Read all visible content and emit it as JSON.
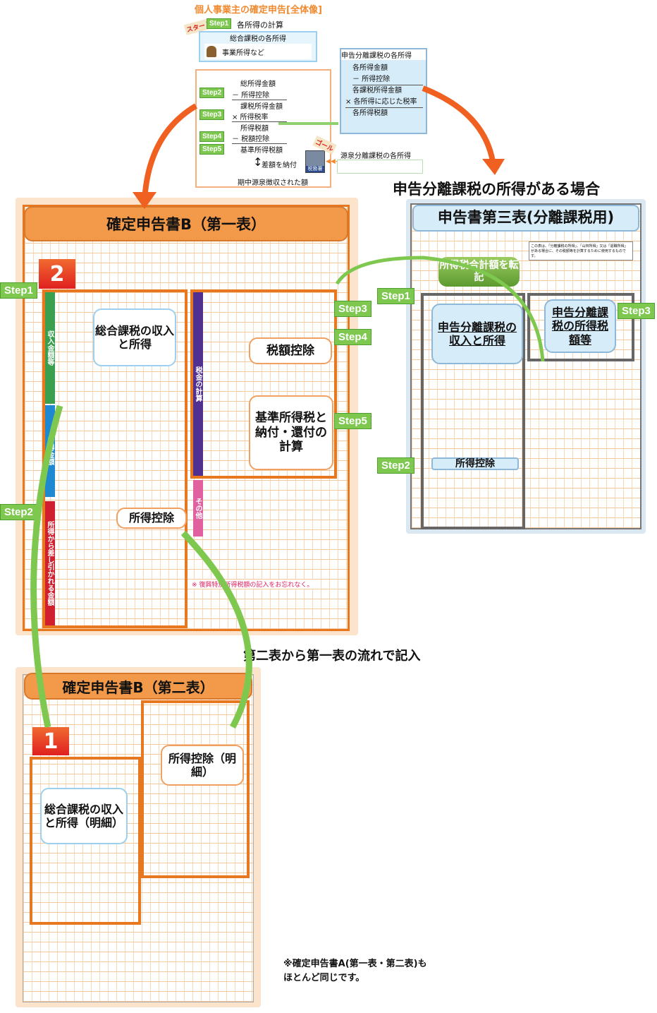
{
  "overview": {
    "title": "個人事業主の確定申告[全体像]",
    "start_sign": "スタート",
    "goal_sign": "ゴール",
    "step1_label": "Step1",
    "step1_text": "各所得の計算",
    "general_income_title": "総合課税の各所得",
    "general_income_item": "事業所得など",
    "calc": {
      "total_income": "総所得金額",
      "step2": "Step2",
      "deduction": "－ 所得控除",
      "taxable_income": "課税所得金額",
      "step3": "Step3",
      "tax_rate": "× 所得税率",
      "income_tax": "所得税額",
      "step4": "Step4",
      "tax_credit": "－ 税額控除",
      "step5": "Step5",
      "base_tax": "基準所得税額",
      "pay_diff": "差額を納付",
      "withheld": "期中源泉徴収された額"
    },
    "separate": {
      "title": "申告分離課税の各所得",
      "lines": [
        "各所得金額",
        "－ 所得控除",
        "各課税所得金額",
        "× 各所得に応じた税率",
        "各所得税額"
      ]
    },
    "withholding_title": "源泉分離課税の各所得",
    "tax_office_label": "税務署"
  },
  "separate_heading": "申告分離課税の所得がある場合",
  "form_b1": {
    "title": "確定申告書B（第一表）",
    "badge": "2",
    "callouts": [
      "総合課税の収入と所得",
      "税額控除",
      "基準所得税と納付・還付の計算",
      "所得控除"
    ],
    "steps": [
      "Step1",
      "Step2",
      "Step3",
      "Step4",
      "Step5"
    ],
    "bands": [
      "収入金額等",
      "所得金額",
      "所得から差し引かれる金額",
      "税金の計算",
      "その他"
    ],
    "footnote": "※ 復興特別所得税額の記入をお忘れなく。"
  },
  "form_3": {
    "title": "申告書第三表(分離課税用)",
    "bubble": "所得税合計額を転記",
    "callouts": [
      "申告分離課税の収入と所得",
      "申告分離課税の所得税額等",
      "所得控除"
    ],
    "steps": [
      "Step1",
      "Step2",
      "Step3"
    ],
    "notice": "この表は、「分離課税の所得」、「山林所得」又は「退職所得」がある場合に、その税額等を計算するために使用するものです。"
  },
  "flow_caption": "第二表から第一表の流れで記入",
  "form_b2": {
    "title": "確定申告書B（第二表）",
    "badge": "1",
    "callouts": [
      "所得控除（明細）",
      "総合課税の収入と所得（明細）"
    ]
  },
  "note": "※確定申告書A(第一表・第二表)も\nほとんど同じです。",
  "colors": {
    "orange": "#f39a4a",
    "green": "#7ec850",
    "blue": "#d6ecf8",
    "red": "#e02020"
  }
}
